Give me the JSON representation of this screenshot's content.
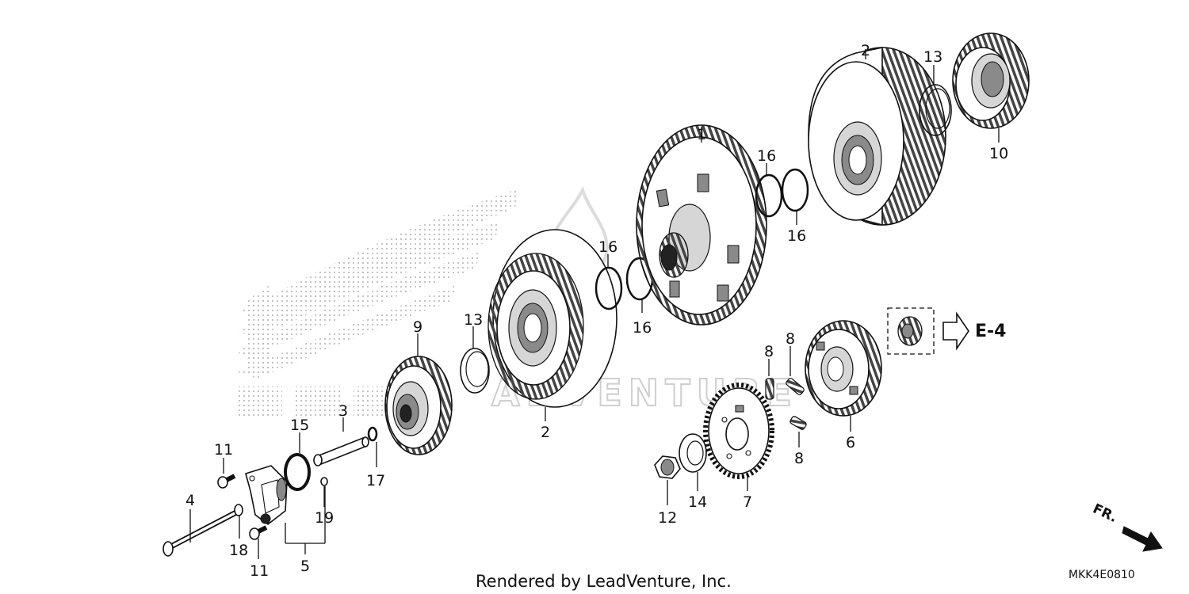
{
  "diagram": {
    "part_labels": [
      "1",
      "2",
      "2",
      "3",
      "4",
      "5",
      "6",
      "7",
      "8",
      "8",
      "8",
      "9",
      "10",
      "11",
      "11",
      "12",
      "13",
      "13",
      "14",
      "15",
      "16",
      "16",
      "16",
      "16",
      "17",
      "18",
      "19"
    ],
    "reference_label": "E-4",
    "direction_label": "FR.",
    "credit": "Rendered by LeadVenture, Inc.",
    "drawing_code": "MKK4E0810",
    "watermark_text": "ADVENTURE"
  }
}
